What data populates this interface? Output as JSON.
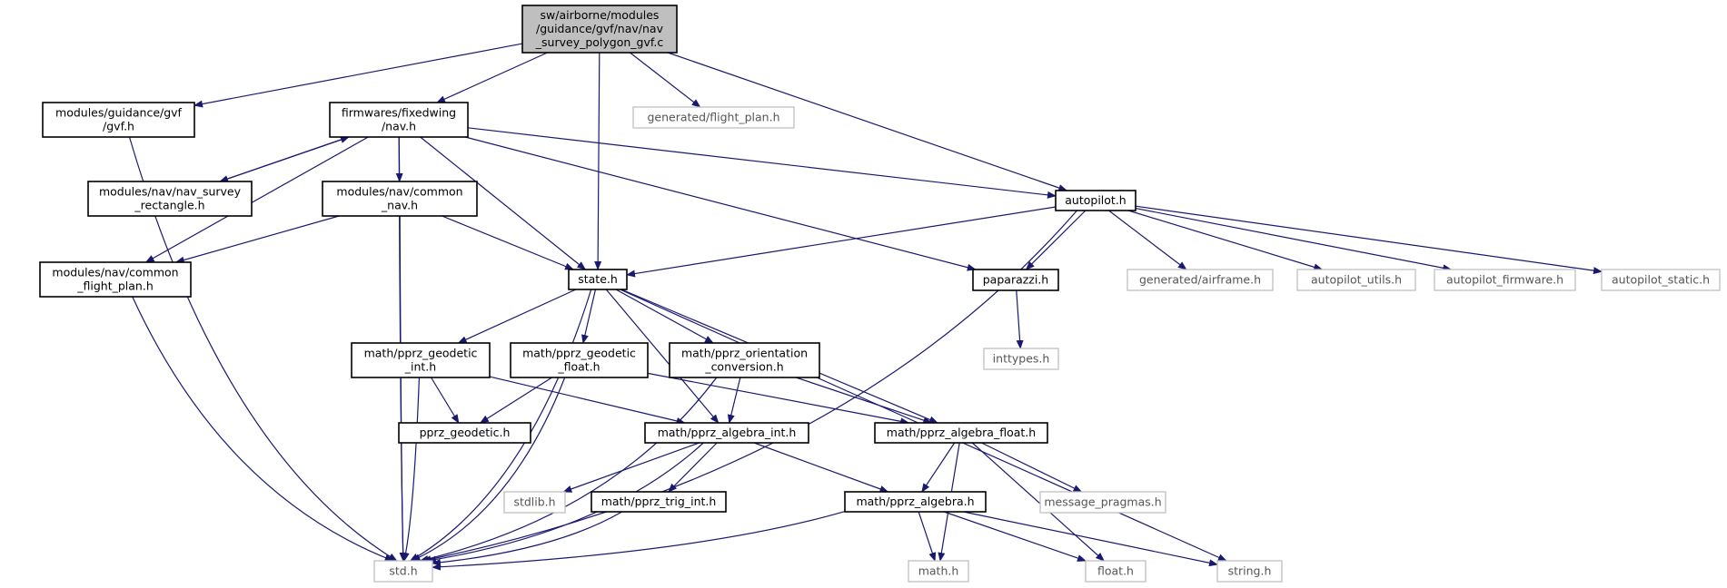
{
  "colors": {
    "edge": "#191970",
    "root_fill": "#bfbfbf",
    "system_border": "#bfbfbf"
  },
  "nodes": [
    {
      "id": "root",
      "kind": "root",
      "lines": [
        "sw/airborne/modules",
        "/guidance/gvf/nav/nav",
        "_survey_polygon_gvf.c"
      ]
    },
    {
      "id": "gvf",
      "kind": "normal",
      "lines": [
        "modules/guidance/gvf",
        "/gvf.h"
      ]
    },
    {
      "id": "navh",
      "kind": "normal",
      "lines": [
        "firmwares/fixedwing",
        "/nav.h"
      ]
    },
    {
      "id": "flightplan",
      "kind": "system",
      "lines": [
        "generated/flight_plan.h"
      ]
    },
    {
      "id": "autopilot",
      "kind": "normal",
      "lines": [
        "autopilot.h"
      ]
    },
    {
      "id": "navrect",
      "kind": "normal",
      "lines": [
        "modules/nav/nav_survey",
        "_rectangle.h"
      ]
    },
    {
      "id": "commonnav",
      "kind": "normal",
      "lines": [
        "modules/nav/common",
        "_nav.h"
      ]
    },
    {
      "id": "cfp",
      "kind": "normal",
      "lines": [
        "modules/nav/common",
        "_flight_plan.h"
      ]
    },
    {
      "id": "state",
      "kind": "normal",
      "lines": [
        "state.h"
      ]
    },
    {
      "id": "paparazzi",
      "kind": "normal",
      "lines": [
        "paparazzi.h"
      ]
    },
    {
      "id": "airframe",
      "kind": "system",
      "lines": [
        "generated/airframe.h"
      ]
    },
    {
      "id": "aputils",
      "kind": "system",
      "lines": [
        "autopilot_utils.h"
      ]
    },
    {
      "id": "apfw",
      "kind": "system",
      "lines": [
        "autopilot_firmware.h"
      ]
    },
    {
      "id": "apstatic",
      "kind": "system",
      "lines": [
        "autopilot_static.h"
      ]
    },
    {
      "id": "inttypes",
      "kind": "system",
      "lines": [
        "inttypes.h"
      ]
    },
    {
      "id": "geoint",
      "kind": "normal",
      "lines": [
        "math/pprz_geodetic",
        "_int.h"
      ]
    },
    {
      "id": "geofloat",
      "kind": "normal",
      "lines": [
        "math/pprz_geodetic",
        "_float.h"
      ]
    },
    {
      "id": "orient",
      "kind": "normal",
      "lines": [
        "math/pprz_orientation",
        "_conversion.h"
      ]
    },
    {
      "id": "geodetic",
      "kind": "normal",
      "lines": [
        "pprz_geodetic.h"
      ]
    },
    {
      "id": "algint",
      "kind": "normal",
      "lines": [
        "math/pprz_algebra_int.h"
      ]
    },
    {
      "id": "algfloat",
      "kind": "normal",
      "lines": [
        "math/pprz_algebra_float.h"
      ]
    },
    {
      "id": "stdlib",
      "kind": "system",
      "lines": [
        "stdlib.h"
      ]
    },
    {
      "id": "trig",
      "kind": "normal",
      "lines": [
        "math/pprz_trig_int.h"
      ]
    },
    {
      "id": "alg",
      "kind": "normal",
      "lines": [
        "math/pprz_algebra.h"
      ]
    },
    {
      "id": "pragmas",
      "kind": "system",
      "lines": [
        "message_pragmas.h"
      ]
    },
    {
      "id": "std",
      "kind": "system",
      "lines": [
        "std.h"
      ]
    },
    {
      "id": "mathh",
      "kind": "system",
      "lines": [
        "math.h"
      ]
    },
    {
      "id": "floath",
      "kind": "system",
      "lines": [
        "float.h"
      ]
    },
    {
      "id": "stringh",
      "kind": "system",
      "lines": [
        "string.h"
      ]
    }
  ],
  "edges": [
    [
      "root",
      "gvf"
    ],
    [
      "root",
      "navh"
    ],
    [
      "root",
      "state"
    ],
    [
      "root",
      "flightplan"
    ],
    [
      "root",
      "autopilot"
    ],
    [
      "gvf",
      "std"
    ],
    [
      "navh",
      "navrect"
    ],
    [
      "navh",
      "commonnav"
    ],
    [
      "navh",
      "cfp"
    ],
    [
      "navh",
      "state"
    ],
    [
      "navh",
      "autopilot"
    ],
    [
      "navh",
      "paparazzi"
    ],
    [
      "navh",
      "std"
    ],
    [
      "navrect",
      "navh"
    ],
    [
      "commonnav",
      "cfp"
    ],
    [
      "commonnav",
      "state"
    ],
    [
      "commonnav",
      "std"
    ],
    [
      "cfp",
      "std"
    ],
    [
      "autopilot",
      "state"
    ],
    [
      "autopilot",
      "paparazzi"
    ],
    [
      "autopilot",
      "airframe"
    ],
    [
      "autopilot",
      "aputils"
    ],
    [
      "autopilot",
      "apfw"
    ],
    [
      "autopilot",
      "apstatic"
    ],
    [
      "autopilot",
      "std"
    ],
    [
      "paparazzi",
      "inttypes"
    ],
    [
      "state",
      "std"
    ],
    [
      "state",
      "geoint"
    ],
    [
      "state",
      "geofloat"
    ],
    [
      "state",
      "orient"
    ],
    [
      "state",
      "algint"
    ],
    [
      "state",
      "algfloat"
    ],
    [
      "state",
      "stringh"
    ],
    [
      "geoint",
      "std"
    ],
    [
      "geoint",
      "geodetic"
    ],
    [
      "geoint",
      "algint"
    ],
    [
      "geofloat",
      "std"
    ],
    [
      "geofloat",
      "geodetic"
    ],
    [
      "geofloat",
      "algfloat"
    ],
    [
      "orient",
      "std"
    ],
    [
      "orient",
      "algint"
    ],
    [
      "orient",
      "algfloat"
    ],
    [
      "algint",
      "std"
    ],
    [
      "algint",
      "stdlib"
    ],
    [
      "algint",
      "trig"
    ],
    [
      "algint",
      "alg"
    ],
    [
      "algfloat",
      "alg"
    ],
    [
      "algfloat",
      "pragmas"
    ],
    [
      "algfloat",
      "mathh"
    ],
    [
      "algfloat",
      "floath"
    ],
    [
      "trig",
      "std"
    ],
    [
      "alg",
      "std"
    ],
    [
      "alg",
      "mathh"
    ],
    [
      "alg",
      "floath"
    ],
    [
      "alg",
      "stringh"
    ]
  ]
}
